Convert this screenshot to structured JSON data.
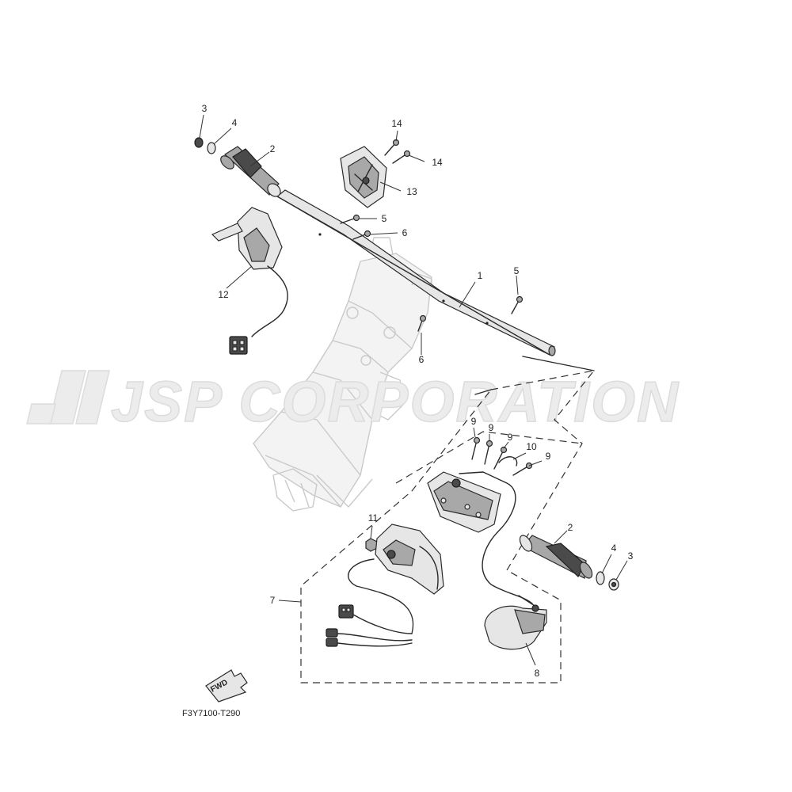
{
  "watermark": {
    "text": "JSP CORPORATION",
    "color": "#e6e6e6"
  },
  "diagram_code": "F3Y7100-T290",
  "fwd_label": "FWD",
  "callouts": [
    {
      "id": "c1",
      "label": "1"
    },
    {
      "id": "c2a",
      "label": "2"
    },
    {
      "id": "c2b",
      "label": "2"
    },
    {
      "id": "c3a",
      "label": "3"
    },
    {
      "id": "c3b",
      "label": "3"
    },
    {
      "id": "c4a",
      "label": "4"
    },
    {
      "id": "c4b",
      "label": "4"
    },
    {
      "id": "c5a",
      "label": "5"
    },
    {
      "id": "c5b",
      "label": "5"
    },
    {
      "id": "c6a",
      "label": "6"
    },
    {
      "id": "c6b",
      "label": "6"
    },
    {
      "id": "c7",
      "label": "7"
    },
    {
      "id": "c8",
      "label": "8"
    },
    {
      "id": "c9a",
      "label": "9"
    },
    {
      "id": "c9b",
      "label": "9"
    },
    {
      "id": "c9c",
      "label": "9"
    },
    {
      "id": "c9d",
      "label": "9"
    },
    {
      "id": "c10",
      "label": "10"
    },
    {
      "id": "c11",
      "label": "11"
    },
    {
      "id": "c12",
      "label": "12"
    },
    {
      "id": "c13",
      "label": "13"
    },
    {
      "id": "c14a",
      "label": "14"
    },
    {
      "id": "c14b",
      "label": "14"
    }
  ]
}
